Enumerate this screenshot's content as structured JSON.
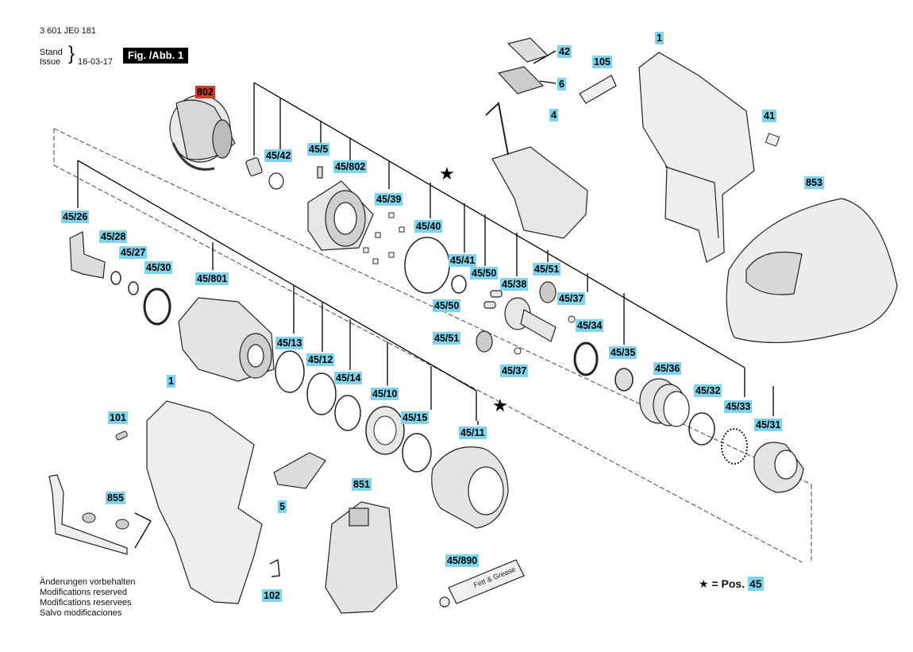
{
  "header": {
    "doc_number": "3 601 JE0 181",
    "stand_label": "Stand",
    "issue_label": "Issue",
    "date": "16-03-17",
    "figure_label": "Fig. /Abb. 1"
  },
  "parts": {
    "p802": "802",
    "p42": "42",
    "p6": "6",
    "p4": "4",
    "p105": "105",
    "p1_top": "1",
    "p41": "41",
    "p853": "853",
    "p45_42": "45/42",
    "p45_5": "45/5",
    "p45_802": "45/802",
    "p45_39": "45/39",
    "p45_40": "45/40",
    "p45_26": "45/26",
    "p45_28": "45/28",
    "p45_27": "45/27",
    "p45_30": "45/30",
    "p45_801": "45/801",
    "p45_41": "45/41",
    "p45_50a": "45/50",
    "p45_51a": "45/51",
    "p45_38": "45/38",
    "p45_50b": "45/50",
    "p45_37a": "45/37",
    "p45_34": "45/34",
    "p45_51b": "45/51",
    "p45_37b": "45/37",
    "p45_13": "45/13",
    "p45_12": "45/12",
    "p45_14": "45/14",
    "p45_10": "45/10",
    "p45_15": "45/15",
    "p45_11": "45/11",
    "p45_35": "45/35",
    "p45_36": "45/36",
    "p45_32": "45/32",
    "p45_33": "45/33",
    "p45_31": "45/31",
    "p1_bottom": "1",
    "p101": "101",
    "p855": "855",
    "p5": "5",
    "p102": "102",
    "p851": "851",
    "p45_890": "45/890"
  },
  "tube_text": "Fett & Grease",
  "star_symbol": "★",
  "position_key": {
    "equals": "= Pos.",
    "number": "45"
  },
  "legend": [
    "Änderungen vorbehalten",
    "Modifications reserved",
    "Modifications reservees",
    "Salvo modificaciones"
  ],
  "colors": {
    "label_bg": "#7fd3ea",
    "highlight_bg": "#d63a2a",
    "figure_bg": "#000000"
  }
}
